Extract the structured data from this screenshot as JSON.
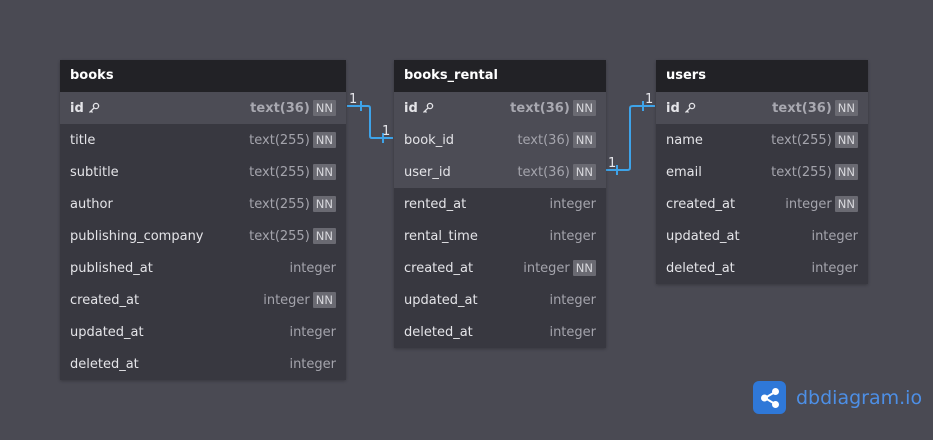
{
  "tables": {
    "books": {
      "name": "books",
      "fields": [
        {
          "name": "id",
          "type": "text(36)",
          "nn": "NN"
        },
        {
          "name": "title",
          "type": "text(255)",
          "nn": "NN"
        },
        {
          "name": "subtitle",
          "type": "text(255)",
          "nn": "NN"
        },
        {
          "name": "author",
          "type": "text(255)",
          "nn": "NN"
        },
        {
          "name": "publishing_company",
          "type": "text(255)",
          "nn": "NN"
        },
        {
          "name": "published_at",
          "type": "integer"
        },
        {
          "name": "created_at",
          "type": "integer",
          "nn": "NN"
        },
        {
          "name": "updated_at",
          "type": "integer"
        },
        {
          "name": "deleted_at",
          "type": "integer"
        }
      ]
    },
    "books_rental": {
      "name": "books_rental",
      "fields": [
        {
          "name": "id",
          "type": "text(36)",
          "nn": "NN"
        },
        {
          "name": "book_id",
          "type": "text(36)",
          "nn": "NN"
        },
        {
          "name": "user_id",
          "type": "text(36)",
          "nn": "NN"
        },
        {
          "name": "rented_at",
          "type": "integer"
        },
        {
          "name": "rental_time",
          "type": "integer"
        },
        {
          "name": "created_at",
          "type": "integer",
          "nn": "NN"
        },
        {
          "name": "updated_at",
          "type": "integer"
        },
        {
          "name": "deleted_at",
          "type": "integer"
        }
      ]
    },
    "users": {
      "name": "users",
      "fields": [
        {
          "name": "id",
          "type": "text(36)",
          "nn": "NN"
        },
        {
          "name": "name",
          "type": "text(255)",
          "nn": "NN"
        },
        {
          "name": "email",
          "type": "text(255)",
          "nn": "NN"
        },
        {
          "name": "created_at",
          "type": "integer",
          "nn": "NN"
        },
        {
          "name": "updated_at",
          "type": "integer"
        },
        {
          "name": "deleted_at",
          "type": "integer"
        }
      ]
    }
  },
  "relations": [
    {
      "from": "books.id",
      "to": "books_rental.book_id",
      "from_label": "1",
      "to_label": "1"
    },
    {
      "from": "users.id",
      "to": "books_rental.user_id",
      "from_label": "1",
      "to_label": "1"
    }
  ],
  "colors": {
    "background": "#4a4a53",
    "table_body": "#383840",
    "table_header": "#222226",
    "relation_line": "#3ea3e8",
    "brand": "#2f78d8"
  },
  "icons": {
    "key": "key-icon",
    "logo": "share-nodes-icon"
  },
  "brand": {
    "name": "dbdiagram.io"
  }
}
